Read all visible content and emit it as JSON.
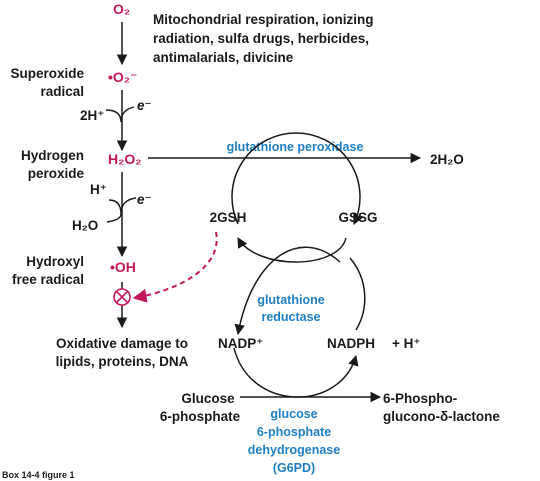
{
  "species": {
    "o2": "O₂",
    "superoxide": "•O₂⁻",
    "h2o2": "H₂O₂",
    "oh": "•OH",
    "h2o_left": "H₂O",
    "h2o_right": "2H₂O"
  },
  "left_labels": {
    "superoxide_1": "Superoxide",
    "superoxide_2": "radical",
    "hydrogen_1": "Hydrogen",
    "hydrogen_2": "peroxide",
    "hydroxyl_1": "Hydroxyl",
    "hydroxyl_2": "free radical"
  },
  "sources": {
    "line1": "Mitochondrial respiration, ionizing",
    "line2": "radiation, sulfa drugs, herbicides,",
    "line3": "antimalarials, divicine"
  },
  "step1": {
    "protons": "2H⁺",
    "electron": "e⁻"
  },
  "step2": {
    "proton": "H⁺",
    "electron": "e⁻"
  },
  "damage": {
    "line1": "Oxidative damage to",
    "line2": "lipids, proteins, DNA"
  },
  "glutathione": {
    "peroxidase": "glutathione peroxidase",
    "gsh": "2GSH",
    "gssg": "GSSG",
    "reductase_1": "glutathione",
    "reductase_2": "reductase"
  },
  "nadp": {
    "nadp": "NADP⁺",
    "nadph": "NADPH",
    "plus_h": "+ H⁺"
  },
  "g6pd": {
    "substrate_1": "Glucose",
    "substrate_2": "6-phosphate",
    "product_1": "6-Phospho-",
    "product_2": "glucono-δ-lactone",
    "enzyme_1": "glucose",
    "enzyme_2": "6-phosphate",
    "enzyme_3": "dehydrogenase",
    "enzyme_4": "(G6PD)"
  },
  "caption": "Box 14-4 figure 1",
  "colors": {
    "text": "#1a1a1a",
    "species": "#c2185b",
    "enzyme": "#1f7fc4",
    "inhibition": "#c2185b"
  }
}
